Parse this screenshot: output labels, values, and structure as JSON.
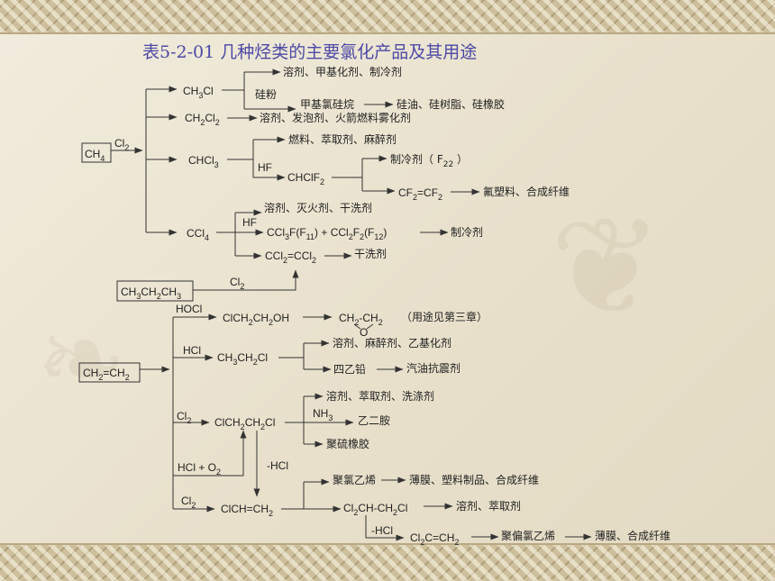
{
  "title": "表5-2-01 几种烃类的主要氯化产品及其用途",
  "ch4": {
    "reactant": "CH4",
    "reagent": "Cl2",
    "ch3cl": "CH3Cl",
    "ch3cl_use": "溶剂、甲基化剂、制冷剂",
    "si_reagent": "硅粉",
    "methylchlorosilane": "甲基氯硅烷",
    "silicone_products": "硅油、硅树脂、硅橡胶",
    "ch2cl2": "CH2Cl2",
    "ch2cl2_use": "溶剂、发泡剂、火箭燃料雾化剂",
    "chcl3": "CHCl3",
    "chcl3_use": "燃料、萃取剂、麻醉剂",
    "hf_1": "HF",
    "chclf2": "CHClF2",
    "refrigerant_f22": "制冷剂（ F22 ）",
    "tfe": "CF2=CF2",
    "tfe_use": "氟塑料、合成纤维",
    "ccl4": "CCl4",
    "ccl4_use": "溶剂、灭火剂、干洗剂",
    "hf_2": "HF",
    "freons": "CCl3F(F11)  +  CCl2F2(F12)",
    "freons_use": "制冷剂",
    "pce": "CCl2=CCl2",
    "pce_use": "干洗剂"
  },
  "propane": {
    "reactant": "CH3CH2CH3",
    "reagent": "Cl2"
  },
  "ethylene": {
    "reactant": "CH2=CH2",
    "reagent_hocl": "HOCl",
    "chlorohydrin": "ClCH2CH2OH",
    "epoxide": "CH2-CH2",
    "epoxide_o": "O",
    "epoxide_use": "（用途见第三章）",
    "reagent_hcl": "HCl",
    "ethyl_chloride": "CH3CH2Cl",
    "ethyl_chloride_use": "溶剂、麻醉剂、乙基化剂",
    "tel": "四乙铅",
    "tel_use": "汽油抗震剂",
    "reagent_cl2_a": "Cl2",
    "edc": "ClCH2CH2Cl",
    "edc_use": "溶剂、萃取剂、洗涤剂",
    "reagent_nh3": "NH3",
    "edc_amine": "乙二胺",
    "edc_rubber": "聚硫橡胶",
    "oxychlorination": "HCl + O2",
    "minus_hcl_1": "-HCl",
    "reagent_cl2_b": "Cl2",
    "vcm": "ClCH=CH2",
    "pvc": "聚氯乙烯",
    "pvc_use": "薄膜、塑料制品、合成纤维",
    "tce": "Cl2CH-CH2Cl",
    "tce_use": "溶剂、萃取剂",
    "minus_hcl_2": "-HCl",
    "vdc": "Cl2C=CH2",
    "pvdc": "聚偏氯乙烯",
    "pvdc_use": "薄膜、合成纤维"
  }
}
